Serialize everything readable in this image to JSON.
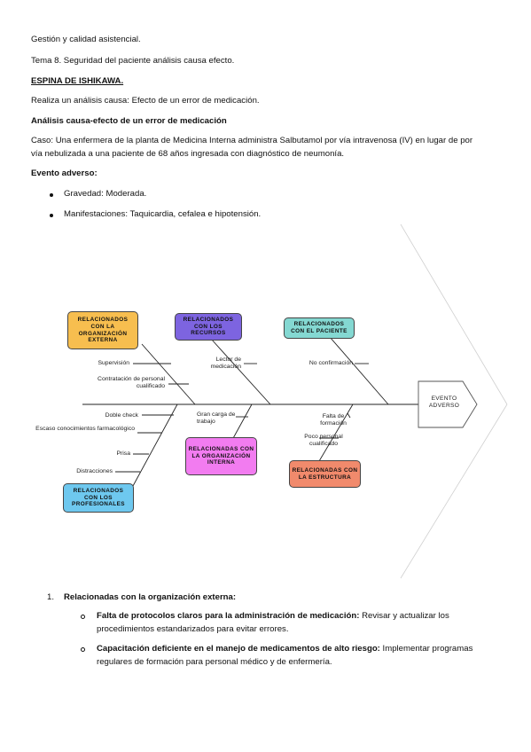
{
  "header": {
    "line1": "Gestión y calidad asistencial.",
    "line2": "Tema 8. Seguridad del paciente análisis causa efecto."
  },
  "section_title": "ESPINA DE ISHIKAWA.",
  "intro": "Realiza un análisis causa: Efecto de un error de medicación.",
  "subtitle": "Análisis causa-efecto de un error de medicación",
  "case": {
    "line1": "Caso: Una enfermera de la planta de Medicina Interna administra Salbutamol por vía intravenosa (IV) en lugar de por",
    "line2": "vía nebulizada a una paciente de 68 años ingresada con diagnóstico de neumonía."
  },
  "adverse_event": {
    "title": "Evento adverso:",
    "items": [
      "Gravedad: Moderada.",
      "Manifestaciones: Taquicardia, cefalea e hipotensión."
    ]
  },
  "diagram": {
    "head": "EVENTO ADVERSO",
    "categories": {
      "externa": "RELACIONADOS CON LA ORGANIZACIÓN EXTERNA",
      "recursos": "RELACIONADOS CON LOS RECURSOS",
      "paciente": "RELACIONADOS CON EL PACIENTE",
      "profesionales": "RELACIONADOS CON LOS PROFESIONALES",
      "interna": "RELACIONADAS CON LA ORGANIZACIÓN INTERNA",
      "estructura": "RELACIONADAS CON LA ESTRUCTURA"
    },
    "causes": {
      "supervision": "Supervisión",
      "contratacion": "Contratación de personal cualificado",
      "lector": "Lector de medicación",
      "no_confirmacion": "No confirmación",
      "doble_check": "Doble check",
      "escaso": "Escaso conocimientos farmacológico",
      "prisa": "Prisa",
      "distracciones": "Distracciones",
      "gran_carga": "Gran carga de trabajo",
      "falta_formacion": "Falta de formación",
      "poco_personal": "Poco personal cualificado"
    },
    "colors": {
      "externa": "#f7be4f",
      "recursos": "#7d64e0",
      "paciente": "#84d8d2",
      "profesionales": "#6ec8ef",
      "interna": "#f27cf0",
      "estructura": "#f18a6c"
    }
  },
  "list": {
    "item1": {
      "number": "1.",
      "text": "Relacionadas con la organización externa:"
    },
    "sub1": {
      "bold": "Falta de protocolos claros para la administración de medicación:",
      "rest1": " Revisar y actualizar los",
      "line2": "procedimientos estandarizados para evitar errores."
    },
    "sub2": {
      "bold": "Capacitación deficiente en el manejo de medicamentos de alto riesgo:",
      "rest1": " Implementar programas",
      "line2": "regulares de formación para personal médico y de enfermería."
    }
  }
}
